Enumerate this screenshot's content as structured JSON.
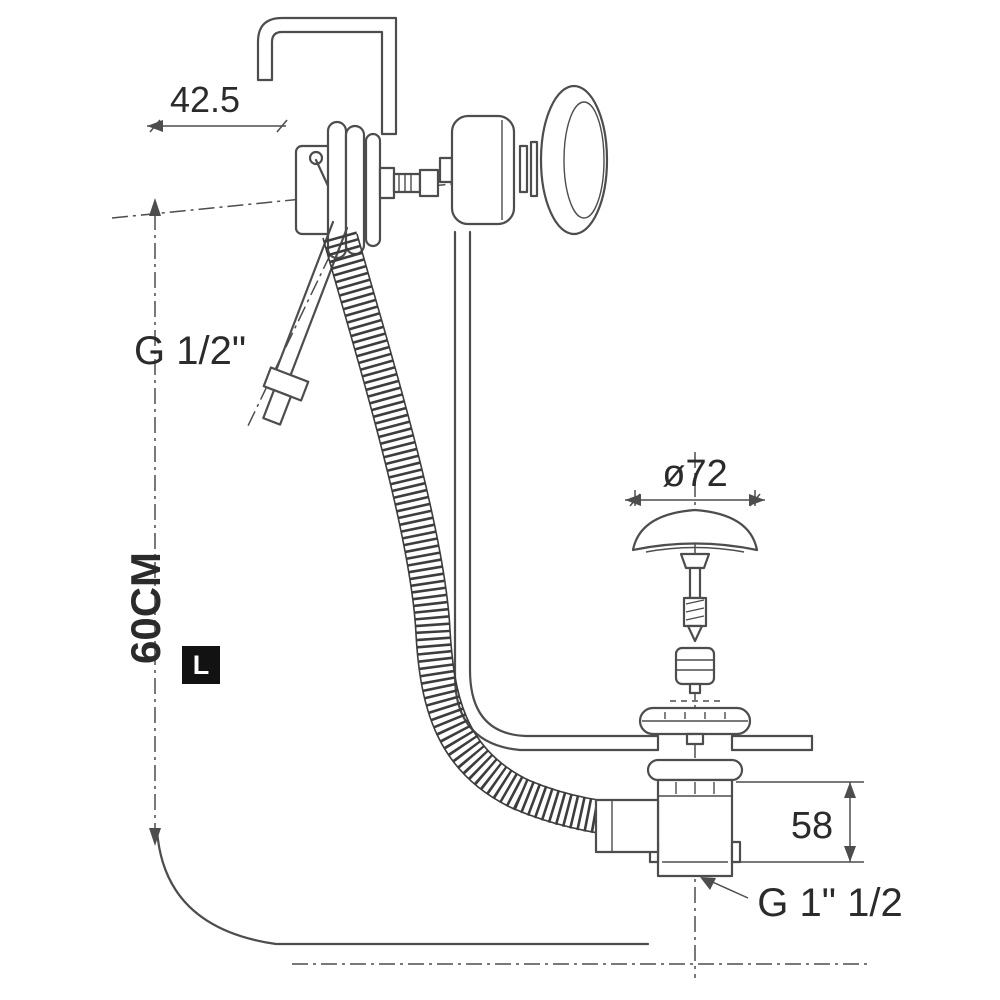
{
  "labels": {
    "top_width": "42.5",
    "overflow_thread": "G 1/2\"",
    "cap_diameter": "ø72",
    "hose_length": "60CM",
    "length_badge": "L",
    "waste_height": "58",
    "waste_thread": "G 1\" 1/2"
  },
  "colors": {
    "line": "#4d4d4d",
    "text": "#2b2b2b",
    "badge_bg": "#121212",
    "badge_text": "#ffffff",
    "background": "#ffffff"
  }
}
